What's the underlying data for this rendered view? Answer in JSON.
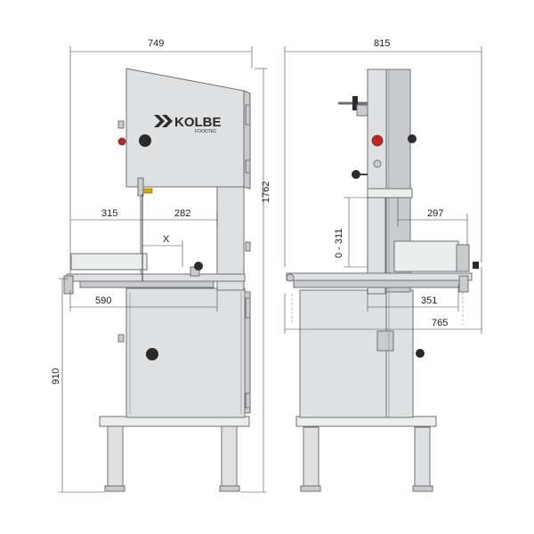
{
  "brand": {
    "name": "KOLBE",
    "tagline": "FOODTEC"
  },
  "front_view": {
    "width_label": "749",
    "height_label": "1762",
    "table_height_label": "910",
    "left_reach_label": "315",
    "right_reach_label": "282",
    "cut_label": "X",
    "table_length_label": "590"
  },
  "side_view": {
    "depth_label": "815",
    "cut_height_label": "0 - 311",
    "upper_depth_label": "297",
    "fence_label": "351",
    "table_depth_label": "765"
  },
  "colors": {
    "steel": "#dfe0e2",
    "outline": "#6d6f72",
    "knob": "#2a2a2a",
    "stop_button": "#cc1f1f",
    "lever": "#d9a800"
  }
}
